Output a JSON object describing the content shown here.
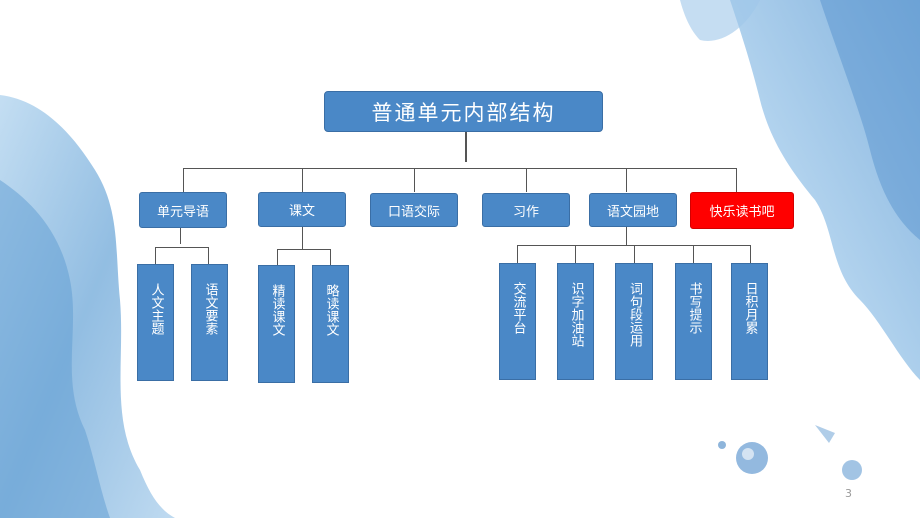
{
  "root": "普通单元内部结构",
  "sections": {
    "guide": "单元导语",
    "text": "课文",
    "oral": "口语交际",
    "writing": "习作",
    "garden": "语文园地",
    "reading": "快乐读书吧"
  },
  "leaves": {
    "theme": "人文主题",
    "elements": "语文要素",
    "intensive": "精读课文",
    "skim": "略读课文",
    "exchange": "交流平台",
    "literacy": "识字加油站",
    "words": "词句段运用",
    "handwriting": "书写提示",
    "accumulate": "日积月累"
  },
  "page_number": "3",
  "colors": {
    "box": "#4a88c7",
    "highlight": "#ff0000",
    "watercolor": "#8fbde3"
  }
}
